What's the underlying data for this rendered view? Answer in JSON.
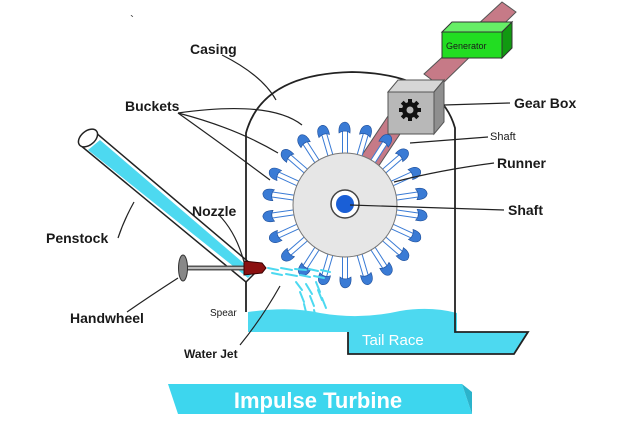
{
  "labels": {
    "casing": "Casing",
    "buckets": "Buckets",
    "generator": "Generator",
    "gear_box": "Gear Box",
    "shaft_upper": "Shaft",
    "runner": "Runner",
    "shaft_center": "Shaft",
    "nozzle": "Nozzle",
    "penstock": "Penstock",
    "handwheel": "Handwheel",
    "spear": "Spear",
    "water_jet": "Water Jet",
    "tail_race": "Tail Race",
    "title": "Impulse Turbine",
    "stray_mark": "`"
  },
  "colors": {
    "water": "#4dd9f0",
    "water_outline": "#1a8aa8",
    "title_bar": "#3dd6ee",
    "generator": "#22dd22",
    "shaft_pink": "#c67a87",
    "gear_box": "#b8b8b8",
    "runner_disk": "#e6e6e6",
    "shaft_blue": "#1a5fd6",
    "nozzle": "#8b1010",
    "bucket": "#3a7bd5"
  },
  "icons": {
    "gear": "gear-icon"
  }
}
